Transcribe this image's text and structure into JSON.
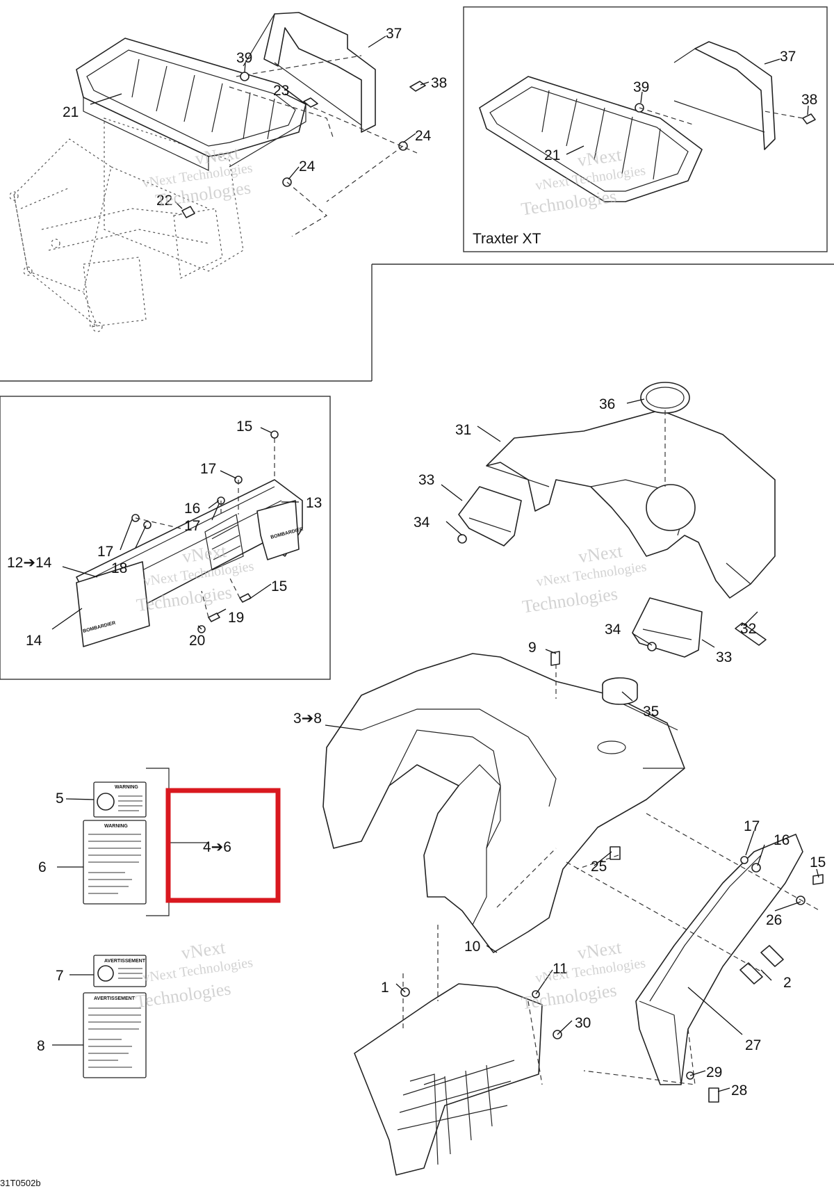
{
  "figure_id": "31T0502b",
  "watermark": {
    "line1": "vNext Technologies",
    "line2": "Technologies",
    "line3": "vNext"
  },
  "inset_rack": {
    "label": "Traxter XT"
  },
  "decals": {
    "d5": "WARNING",
    "d6": "WARNING",
    "d7": "AVERTISSEMENT",
    "d8": "AVERTISSEMENT"
  },
  "callouts": {
    "c21": "21",
    "c22": "22",
    "c23": "23",
    "c24a": "24",
    "c24b": "24",
    "c37": "37",
    "c38": "38",
    "c39": "39",
    "ci37": "37",
    "ci38": "38",
    "ci39": "39",
    "ci21": "21",
    "c15a": "15",
    "c17a": "17",
    "c16": "16",
    "c17b": "17",
    "c13": "13",
    "c17c": "17",
    "c18": "18",
    "c12": "12➔14",
    "c15b": "15",
    "c19": "19",
    "c14": "14",
    "c20": "20",
    "c36": "36",
    "c31": "31",
    "c33a": "33",
    "c34a": "34",
    "c32": "32",
    "c34b": "34",
    "c33b": "33",
    "c9": "9",
    "c35": "35",
    "c3": "3➔8",
    "c5": "5",
    "c6": "6",
    "c46": "4➔6",
    "c7": "7",
    "c8": "8",
    "c17d": "17",
    "c16b": "16",
    "c15c": "15",
    "c25": "25",
    "c26": "26",
    "c10": "10",
    "c11": "11",
    "c2": "2",
    "c1": "1",
    "c30": "30",
    "c27": "27",
    "c29": "29",
    "c28": "28"
  }
}
